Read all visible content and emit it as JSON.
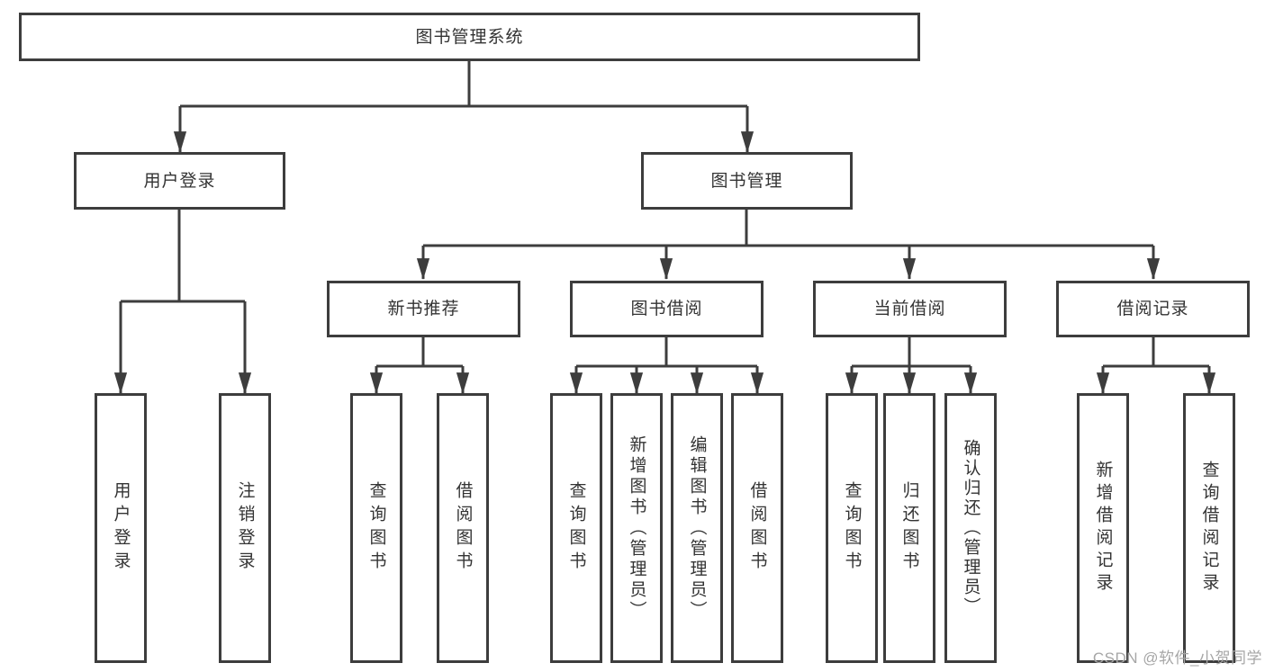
{
  "nodes": {
    "root": "图书管理系统",
    "user_login": "用户登录",
    "book_mgmt": "图书管理",
    "new_book_rec": "新书推荐",
    "book_borrow": "图书借阅",
    "current_borrow": "当前借阅",
    "borrow_records": "借阅记录",
    "leaf_user_login": "用户登录",
    "leaf_logout": "注销登录",
    "leaf_nb_query": "查询图书",
    "leaf_nb_borrow": "借阅图书",
    "leaf_bb_query": "查询图书",
    "leaf_bb_add": "新增图书（管理员）",
    "leaf_bb_edit": "编辑图书（管理员）",
    "leaf_bb_borrow": "借阅图书",
    "leaf_cb_query": "查询图书",
    "leaf_cb_return": "归还图书",
    "leaf_cb_confirm": "确认归还（管理员）",
    "leaf_br_add": "新增借阅记录",
    "leaf_br_query": "查询借阅记录"
  },
  "watermark": "CSDN @软件_小贺同学",
  "colors": {
    "line": "#3d3d3d",
    "text": "#333333",
    "watermark": "#a6a6a6",
    "background": "#ffffff"
  }
}
